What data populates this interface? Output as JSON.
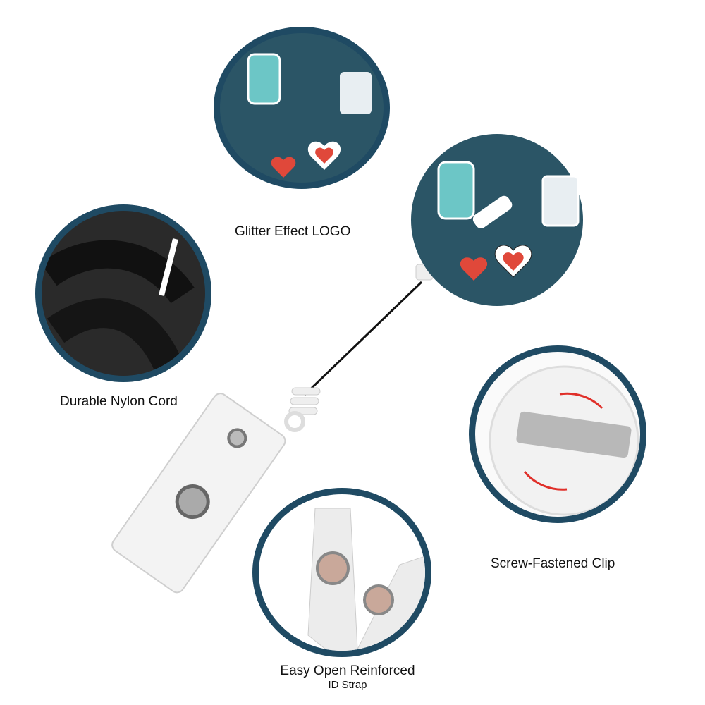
{
  "labels": {
    "logo": "Glitter Effect LOGO",
    "cord": "Durable Nylon Cord",
    "clip": "Screw-Fastened Clip",
    "strap_line1": "Easy Open Reinforced",
    "strap_line2": "ID Strap"
  },
  "colors": {
    "ring": "#1f4a63",
    "badge": "#2b5566",
    "heart": "#e0483a",
    "cord": "#1a1a1a"
  }
}
